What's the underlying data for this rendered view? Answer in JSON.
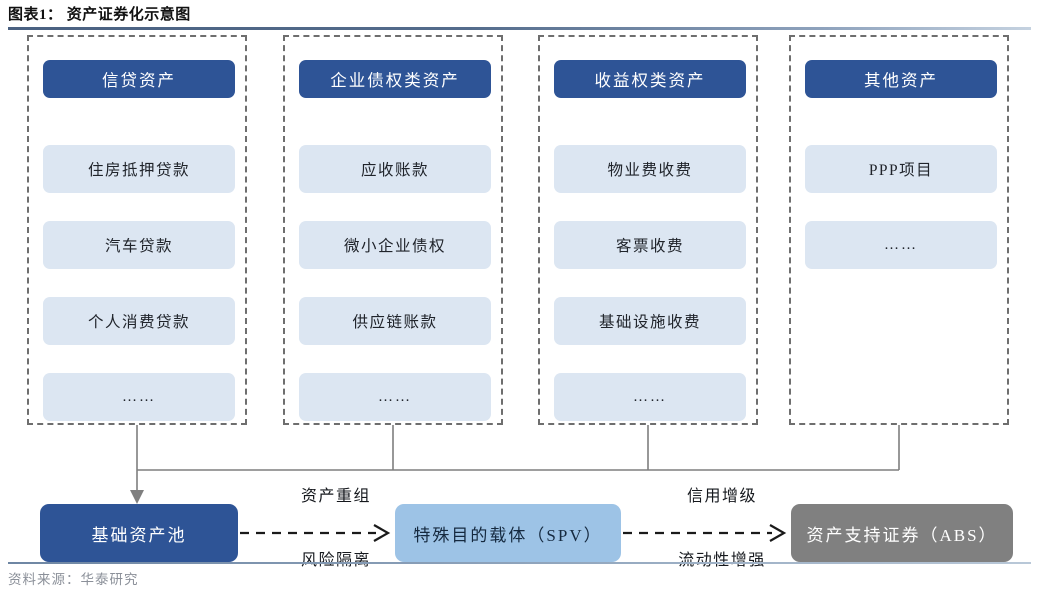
{
  "figure": {
    "title": "图表1： 资产证券化示意图",
    "source": "资料来源：华泰研究"
  },
  "colors": {
    "header_blue": "#2e5496",
    "item_blue": "#dce6f2",
    "spv_blue": "#9dc3e6",
    "abs_gray": "#808080",
    "dashed_border": "#6e6e6e",
    "rule_blue": "#4a6181"
  },
  "chart_data": {
    "type": "diagram",
    "title": "资产证券化示意图",
    "columns": [
      {
        "header": "信贷资产",
        "items": [
          "住房抵押贷款",
          "汽车贷款",
          "个人消费贷款",
          "……"
        ]
      },
      {
        "header": "企业债权类资产",
        "items": [
          "应收账款",
          "微小企业债权",
          "供应链账款",
          "……"
        ]
      },
      {
        "header": "收益权类资产",
        "items": [
          "物业费收费",
          "客票收费",
          "基础设施收费",
          "……"
        ]
      },
      {
        "header": "其他资产",
        "items": [
          "PPP项目",
          "……"
        ]
      }
    ],
    "flow": {
      "pool": "基础资产池",
      "spv": "特殊目的载体（SPV）",
      "abs": "资产支持证券（ABS）",
      "edge_pool_to_spv": [
        "资产重组",
        "风险隔离"
      ],
      "edge_spv_to_abs": [
        "信用增级",
        "流动性增强"
      ]
    }
  }
}
